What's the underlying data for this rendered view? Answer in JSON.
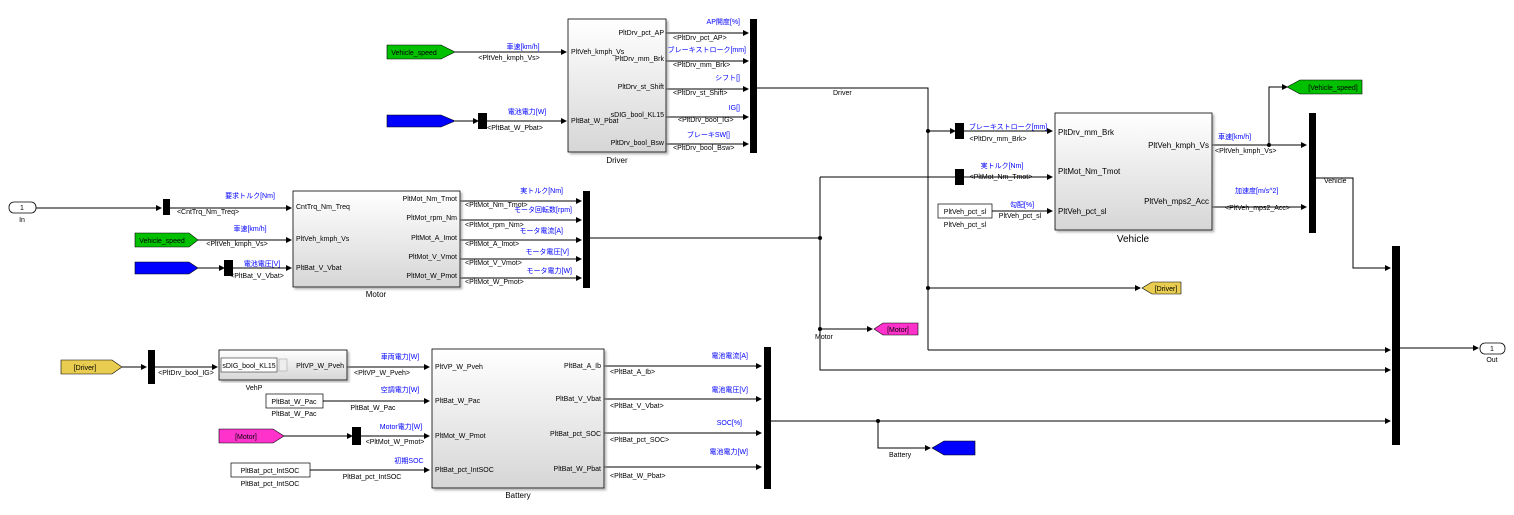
{
  "colors": {
    "goto_green": "#00c000",
    "goto_blue": "#0000ff",
    "goto_magenta": "#ff33cc",
    "goto_yellow": "#e8cd50",
    "signal_label": "#0000ff"
  },
  "inport": {
    "number": "1",
    "name": "In"
  },
  "outport": {
    "number": "1",
    "name": "Out"
  },
  "gotos": {
    "vehicle_speed_a": "Vehicle_speed",
    "vehicle_speed_b": "Vehicle_speed",
    "vehicle_speed_goto": "[Vehicle_speed]",
    "driver_goto": "[Driver]",
    "motor_goto": "[Motor]",
    "driver_from": "[Driver]",
    "motor_from": "[Motor]"
  },
  "driver": {
    "name": "Driver",
    "inputs": [
      "PltVeh_kmph_Vs",
      "PltBat_W_Pbat"
    ],
    "outputs": [
      "PltDrv_pct_AP",
      "PltDrv_mm_Brk",
      "PltDrv_st_Shift",
      "sDIG_bool_KL15",
      "PltDrv_bool_Bsw"
    ],
    "in_labels": [
      "車速[km/h]",
      "電池電力[W]"
    ],
    "in_sub": [
      "<PltVeh_kmph_Vs>",
      "<PltBat_W_Pbat>"
    ],
    "out_labels": [
      "AP開度[%]",
      "ブレーキストローク[mm]",
      "シフト[]",
      "IG[]",
      "ブレーキSW[]"
    ],
    "out_sub": [
      "<PltDrv_pct_AP>",
      "<PltDrv_mm_Brk>",
      "<PltDrv_st_Shift>",
      "<PltDrv_bool_IG>",
      "<PltDrv_bool_Bsw>"
    ],
    "bus_name": "Driver"
  },
  "motor": {
    "name": "Motor",
    "inputs": [
      "CntTrq_Nm_Treq",
      "PltVeh_kmph_Vs",
      "PltBat_V_Vbat"
    ],
    "outputs": [
      "PltMot_Nm_Tmot",
      "PltMot_rpm_Nm",
      "PltMot_A_Imot",
      "PltMot_V_Vmot",
      "PltMot_W_Pmot"
    ],
    "in_labels": [
      "要求トルク[Nm]",
      "車速[km/h]",
      "電池電圧[V]"
    ],
    "in_sub": [
      "<CntTrq_Nm_Treq>",
      "<PltVeh_kmph_Vs>",
      "<PltBat_V_Vbat>"
    ],
    "out_labels": [
      "実トルク[Nm]",
      "モータ回転数[rpm]",
      "モータ電流[A]",
      "モータ電圧[V]",
      "モータ電力[W]"
    ],
    "out_sub": [
      "<PltMot_Nm_Tmot>",
      "<PltMot_rpm_Nm>",
      "<PltMot_A_Imot>",
      "<PltMot_V_Vmot>",
      "<PltMot_W_Pmot>"
    ],
    "bus_name": "Motor"
  },
  "vehicle": {
    "name": "Vehicle",
    "inputs": [
      "PltDrv_mm_Brk",
      "PltMot_Nm_Tmot",
      "PltVeh_pct_sl"
    ],
    "outputs": [
      "PltVeh_kmph_Vs",
      "PltVeh_mps2_Acc"
    ],
    "in_labels": [
      "ブレーキストローク[mm]",
      "実トルク[Nm]",
      "勾配[%]"
    ],
    "in_sub": [
      "<PltDrv_mm_Brk>",
      "<PltMot_Nm_Tmot>",
      "PltVeh_pct_sl"
    ],
    "out_labels": [
      "車速[km/h]",
      "加速度[m/s^2]"
    ],
    "out_sub": [
      "<PltVeh_kmph_Vs>",
      "<PltVeh_mps2_Acc>"
    ],
    "const": "PltVeh_pct_sl",
    "const_name": "PltVeh_pct_sl",
    "bus_name": "Vehicle"
  },
  "vehp": {
    "name": "VehP",
    "input": "sDIG_bool_KL15",
    "output": "PltVP_W_Pveh",
    "in_sub": "<PltDrv_bool_IG>"
  },
  "battery": {
    "name": "Battery",
    "inputs": [
      "PltVP_W_Pveh",
      "PltBat_W_Pac",
      "PltMot_W_Pmot",
      "PltBat_pct_IntSOC"
    ],
    "outputs": [
      "PltBat_A_Ib",
      "PltBat_V_Vbat",
      "PltBat_pct_SOC",
      "PltBat_W_Pbat"
    ],
    "in_labels": [
      "車両電力[W]",
      "空調電力[W]",
      "Motor電力[W]",
      "初期SOC"
    ],
    "in_sub": [
      "<PltVP_W_Pveh>",
      "PltBat_W_Pac",
      "<PltMot_W_Pmot>",
      "PltBat_pct_IntSOC"
    ],
    "out_labels": [
      "電池電流[A]",
      "電池電圧[V]",
      "SOC[%]",
      "電池電力[W]"
    ],
    "out_sub": [
      "<PltBat_A_Ib>",
      "<PltBat_V_Vbat>",
      "<PltBat_pct_SOC>",
      "<PltBat_W_Pbat>"
    ],
    "const_pac": "PltBat_W_Pac",
    "const_soc": "PltBat_pct_IntSOC",
    "bus_name": "Battery"
  }
}
